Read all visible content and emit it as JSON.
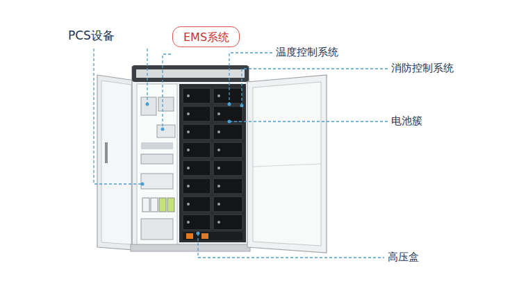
{
  "diagram": {
    "nodes": [
      {
        "text": [
          "EMS系统"
        ]
      }
    ],
    "labels": [
      "PCS设备",
      "温度控制系统",
      "消防控制系统",
      "电池簇",
      "高压盒"
    ]
  }
}
